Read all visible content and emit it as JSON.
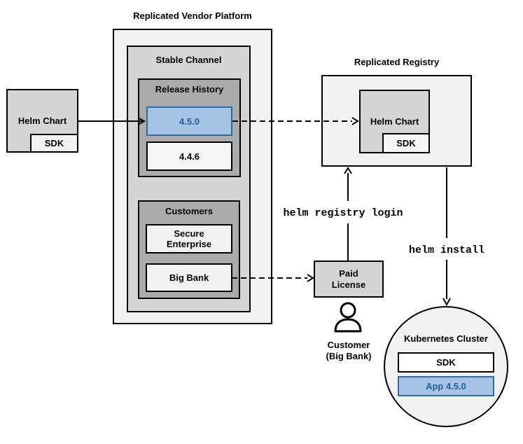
{
  "colors": {
    "highlight_fill": "#a5c3e5",
    "highlight_border": "#2e6ca4",
    "highlight_text": "#235e9d",
    "container_lightest": "#f2f2f2",
    "container_light": "#d5d5d5",
    "container_dark": "#ababab",
    "line_color": "#000000"
  },
  "source_helm_chart": {
    "label": "Helm Chart",
    "sdk": "SDK"
  },
  "platform": {
    "title": "Replicated Vendor Platform",
    "stable_channel": {
      "label": "Stable Channel",
      "release_history": {
        "label": "Release History",
        "releases": [
          {
            "version": "4.5.0",
            "highlighted": true
          },
          {
            "version": "4.4.6",
            "highlighted": false
          }
        ]
      },
      "customers": {
        "label": "Customers",
        "items": [
          {
            "name": "Secure Enterprise"
          },
          {
            "name": "Big Bank"
          }
        ]
      }
    }
  },
  "registry": {
    "title": "Replicated Registry",
    "helm_chart": "Helm Chart",
    "sdk": "SDK"
  },
  "license": {
    "label": "Paid License"
  },
  "customer": {
    "name": "Customer",
    "company": "(Big Bank)",
    "icon": "person-icon"
  },
  "commands": {
    "registry_login": "helm registry login",
    "install": "helm install"
  },
  "cluster": {
    "title": "Kubernetes Cluster",
    "sdk": "SDK",
    "app": "App 4.5.0"
  }
}
